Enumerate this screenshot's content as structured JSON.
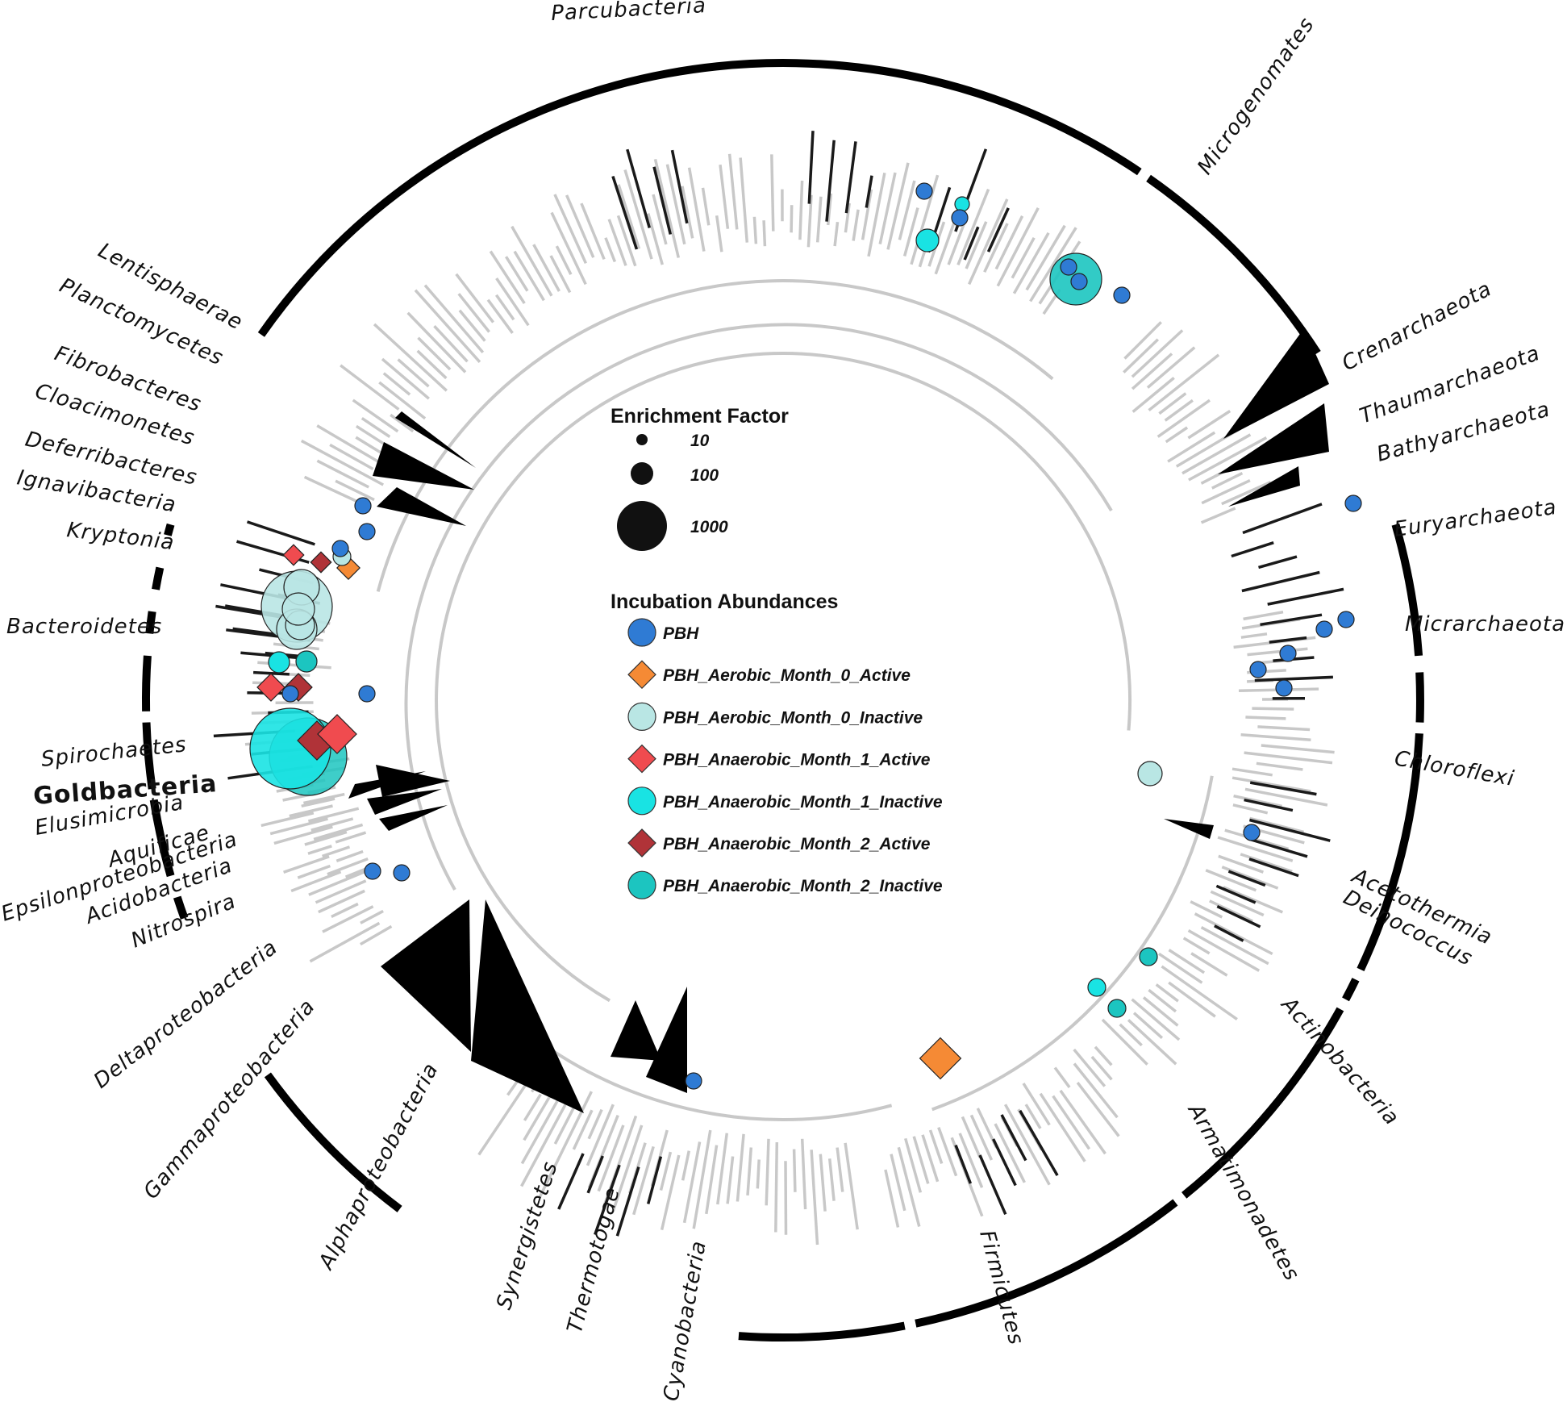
{
  "legend": {
    "enrichment_title": "Enrichment Factor",
    "enrichment_values": [
      "10",
      "100",
      "1000"
    ],
    "abundance_title": "Incubation Abundances",
    "samples": [
      {
        "label": "PBH",
        "shape": "circle",
        "color": "#2f7bd4"
      },
      {
        "label": "PBH_Aerobic_Month_0_Active",
        "shape": "diamond",
        "color": "#f58a35"
      },
      {
        "label": "PBH_Aerobic_Month_0_Inactive",
        "shape": "circle",
        "color": "#b9e6e4"
      },
      {
        "label": "PBH_Anaerobic_Month_1_Active",
        "shape": "diamond",
        "color": "#f04b4f"
      },
      {
        "label": "PBH_Anaerobic_Month_1_Inactive",
        "shape": "circle",
        "color": "#19e3e3"
      },
      {
        "label": "PBH_Anaerobic_Month_2_Active",
        "shape": "diamond",
        "color": "#b03338"
      },
      {
        "label": "PBH_Anaerobic_Month_2_Inactive",
        "shape": "circle",
        "color": "#1cc5c0"
      }
    ]
  },
  "clades": [
    "Parcubacteria",
    "Microgenomates",
    "Crenarchaeota",
    "Thaumarchaeota",
    "Bathyarchaeota",
    "Euryarchaeota",
    "Micrarchaeota",
    "Chloroflexi",
    "Acetothermia",
    "Deinococcus",
    "Actinobacteria",
    "Armatimonadetes",
    "Firmicutes",
    "Cyanobacteria",
    "Thermotogae",
    "Synergistetes",
    "Alphaproteobacteria",
    "Gammaproteobacteria",
    "Deltaproteobacteria",
    "Nitrospira",
    "Acidobacteria",
    "Epsilonproteobacteria",
    "Aquificae",
    "Elusimicrobia",
    "Goldbacteria",
    "Spirochaetes",
    "Bacteroidetes",
    "Kryptonia",
    "Ignavibacteria",
    "Deferribacteres",
    "Cloacimonetes",
    "Fibrobacteres",
    "Planctomycetes",
    "Lentisphaerae"
  ],
  "colors": {
    "branch": "#c8c8c8",
    "highlight_branch": "#1a1a1a",
    "collapsed_clade": "#000000",
    "ring": "#000000"
  }
}
